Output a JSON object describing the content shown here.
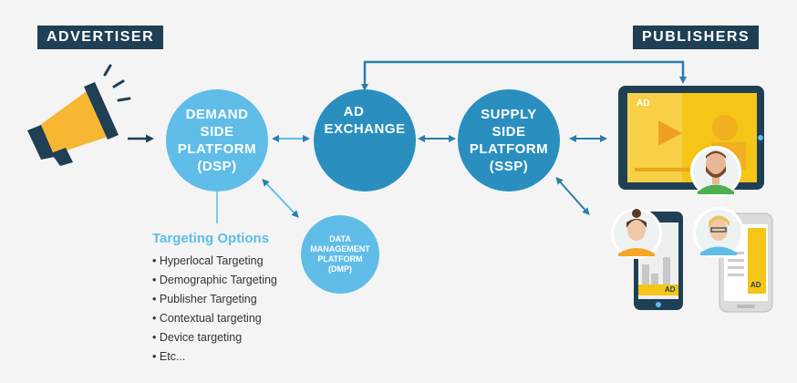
{
  "header": {
    "advertiser_label": "ADVERTISER",
    "publishers_label": "PUBLISHERS"
  },
  "nodes": {
    "dsp": [
      "DEMAND",
      "SIDE",
      "PLATFORM",
      "(DSP)"
    ],
    "ad_exchange": [
      "AD",
      "EXCHANGE"
    ],
    "ssp": [
      "SUPPLY",
      "SIDE",
      "PLATFORM",
      "(SSP)"
    ],
    "dmp": [
      "DATA",
      "MANAGEMENT",
      "PLATFORM",
      "(DMP)"
    ]
  },
  "targeting": {
    "title": "Targeting Options",
    "items": [
      "Hyperlocal Targeting",
      "Demographic Targeting",
      "Publisher Targeting",
      "Contextual targeting",
      "Device targeting",
      "Etc..."
    ]
  },
  "devices": {
    "tablet_ad_label": "AD",
    "phone_ad_label": "AD",
    "phone2_ad_label": "AD"
  },
  "colors": {
    "dark_navy": "#1f3f55",
    "light_blue": "#5fbde8",
    "mid_blue": "#2a8fbf",
    "arrow_blue": "#2a7fa8",
    "megaphone_yellow": "#f7b733",
    "ad_yellow": "#f5c518"
  }
}
